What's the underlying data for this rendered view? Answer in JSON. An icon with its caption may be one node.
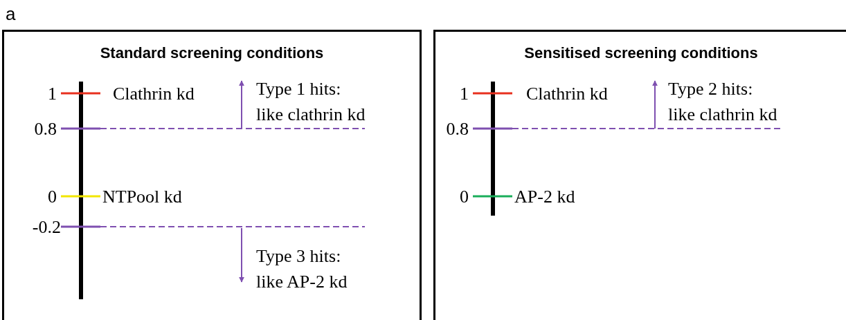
{
  "diagram": {
    "nodes": [
      {
        "text": [
          "Standard screening conditions"
        ]
      },
      {
        "text": [
          "Sensitised screening conditions"
        ]
      }
    ],
    "edges": [],
    "labels": [
      "a",
      "1",
      "Clathrin kd",
      "Type 1 hits: like clathrin kd",
      "0.8",
      "0",
      "NTPool kd",
      "-0.2",
      "Type 3 hits: like AP-2 kd",
      "1",
      "Clathrin kd",
      "Type 2 hits: like clathrin kd",
      "0.8",
      "0",
      "AP-2 kd"
    ]
  }
}
